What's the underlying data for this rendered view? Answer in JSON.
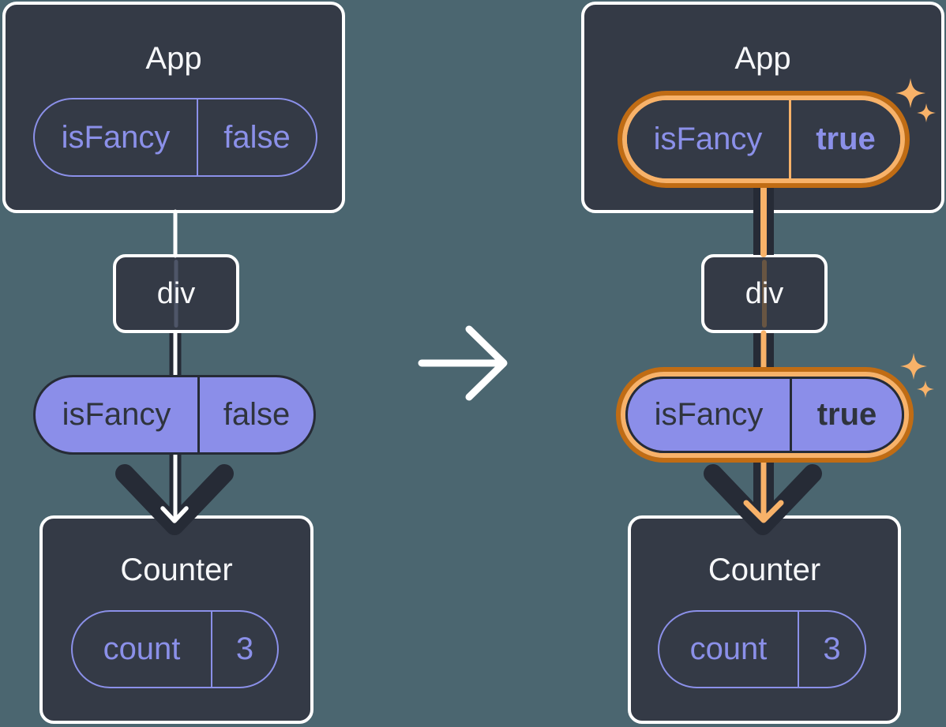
{
  "colors": {
    "bg": "#4b6670",
    "box_fill": "#343a46",
    "box_border": "#ffffff",
    "purple": "#8b90e9",
    "purple_fill": "#8b8ee9",
    "dark_text": "#2f343d",
    "arrow_dark": "#262b36",
    "orange_dark": "#c06c14",
    "orange_light": "#f8b269",
    "white": "#ffffff"
  },
  "icons": {
    "transition": "right-arrow-icon",
    "highlight": "sparkle-icon"
  },
  "left": {
    "app": {
      "title": "App",
      "pill": {
        "key": "isFancy",
        "value": "false"
      }
    },
    "div_label": "div",
    "prop_pill": {
      "key": "isFancy",
      "value": "false"
    },
    "counter": {
      "title": "Counter",
      "pill": {
        "key": "count",
        "value": "3"
      }
    }
  },
  "right": {
    "app": {
      "title": "App",
      "pill": {
        "key": "isFancy",
        "value": "true"
      }
    },
    "div_label": "div",
    "prop_pill": {
      "key": "isFancy",
      "value": "true"
    },
    "counter": {
      "title": "Counter",
      "pill": {
        "key": "count",
        "value": "3"
      }
    }
  }
}
